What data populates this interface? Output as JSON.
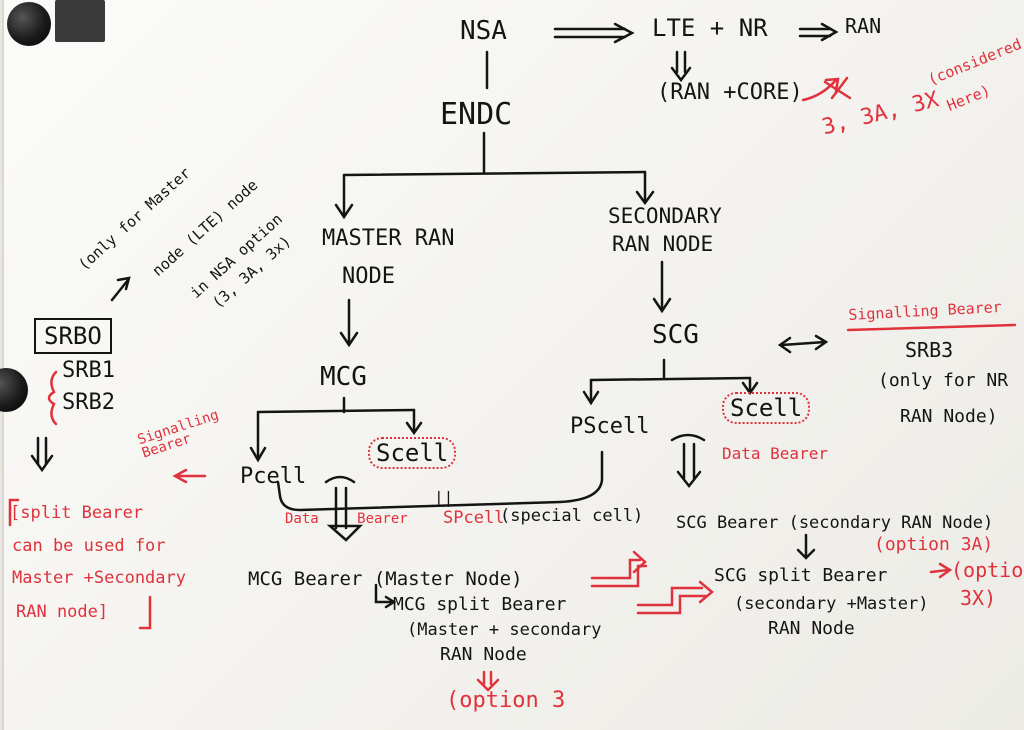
{
  "nodes": {
    "nsa": "NSA",
    "lte_nr": "LTE + NR",
    "ran_top": "RAN",
    "ran_core": "(RAN +CORE)",
    "endc": "ENDC",
    "options_top": "3, 3A, 3X",
    "considered_here_1": "(considered",
    "considered_here_2": "Here)",
    "master_ran_1": "MASTER RAN",
    "master_ran_2": "NODE",
    "secondary_ran_1": "SECONDARY",
    "secondary_ran_2": "RAN  NODE",
    "mcg": "MCG",
    "scg": "SCG",
    "pcell": "Pcell",
    "scell_left": "Scell",
    "pscell": "PScell",
    "scell_right": "Scell",
    "special_cell_red": "SPcell",
    "special_cell_black": "(special cell)",
    "double_bar": "||",
    "mcg_bearer": "MCG Bearer (Master Node)",
    "mcg_split_bearer": "MCG split Bearer",
    "mcg_split_detail_1": "(Master + secondary",
    "mcg_split_detail_2": "RAN Node",
    "option_3": "(option 3",
    "scg_bearer": "SCG Bearer (secondary RAN Node)",
    "option_3a": "(option 3A)",
    "scg_split_bearer": "SCG split Bearer",
    "scg_split_detail_1": "(secondary +Master)",
    "scg_split_detail_2": "RAN  Node",
    "option_3x_1": "(option",
    "option_3x_2": "3X)"
  },
  "left_notes": {
    "only_for_1": "(only for Master",
    "only_for_2": "node (LTE) node",
    "only_for_3": "in NSA option",
    "only_for_4": "(3, 3A, 3x)",
    "srb0": "SRBO",
    "srb1": "SRB1",
    "srb2": "SRB2",
    "signalling_bearer": "Signalling Bearer",
    "data_bearer_left": "Data Bearer",
    "split_bearer_1": "[split Bearer",
    "split_bearer_2": "can be used for",
    "split_bearer_3": "Master +Secondary",
    "split_bearer_4": "RAN node]"
  },
  "right_notes": {
    "signalling_bearer": "Signalling Bearer",
    "srb3": "SRB3",
    "only_nr_1": "(only for NR",
    "only_nr_2": "RAN Node)",
    "data_bearer": "Data Bearer"
  },
  "colors": {
    "ink_black": "#141414",
    "ink_red": "#e0323c"
  }
}
